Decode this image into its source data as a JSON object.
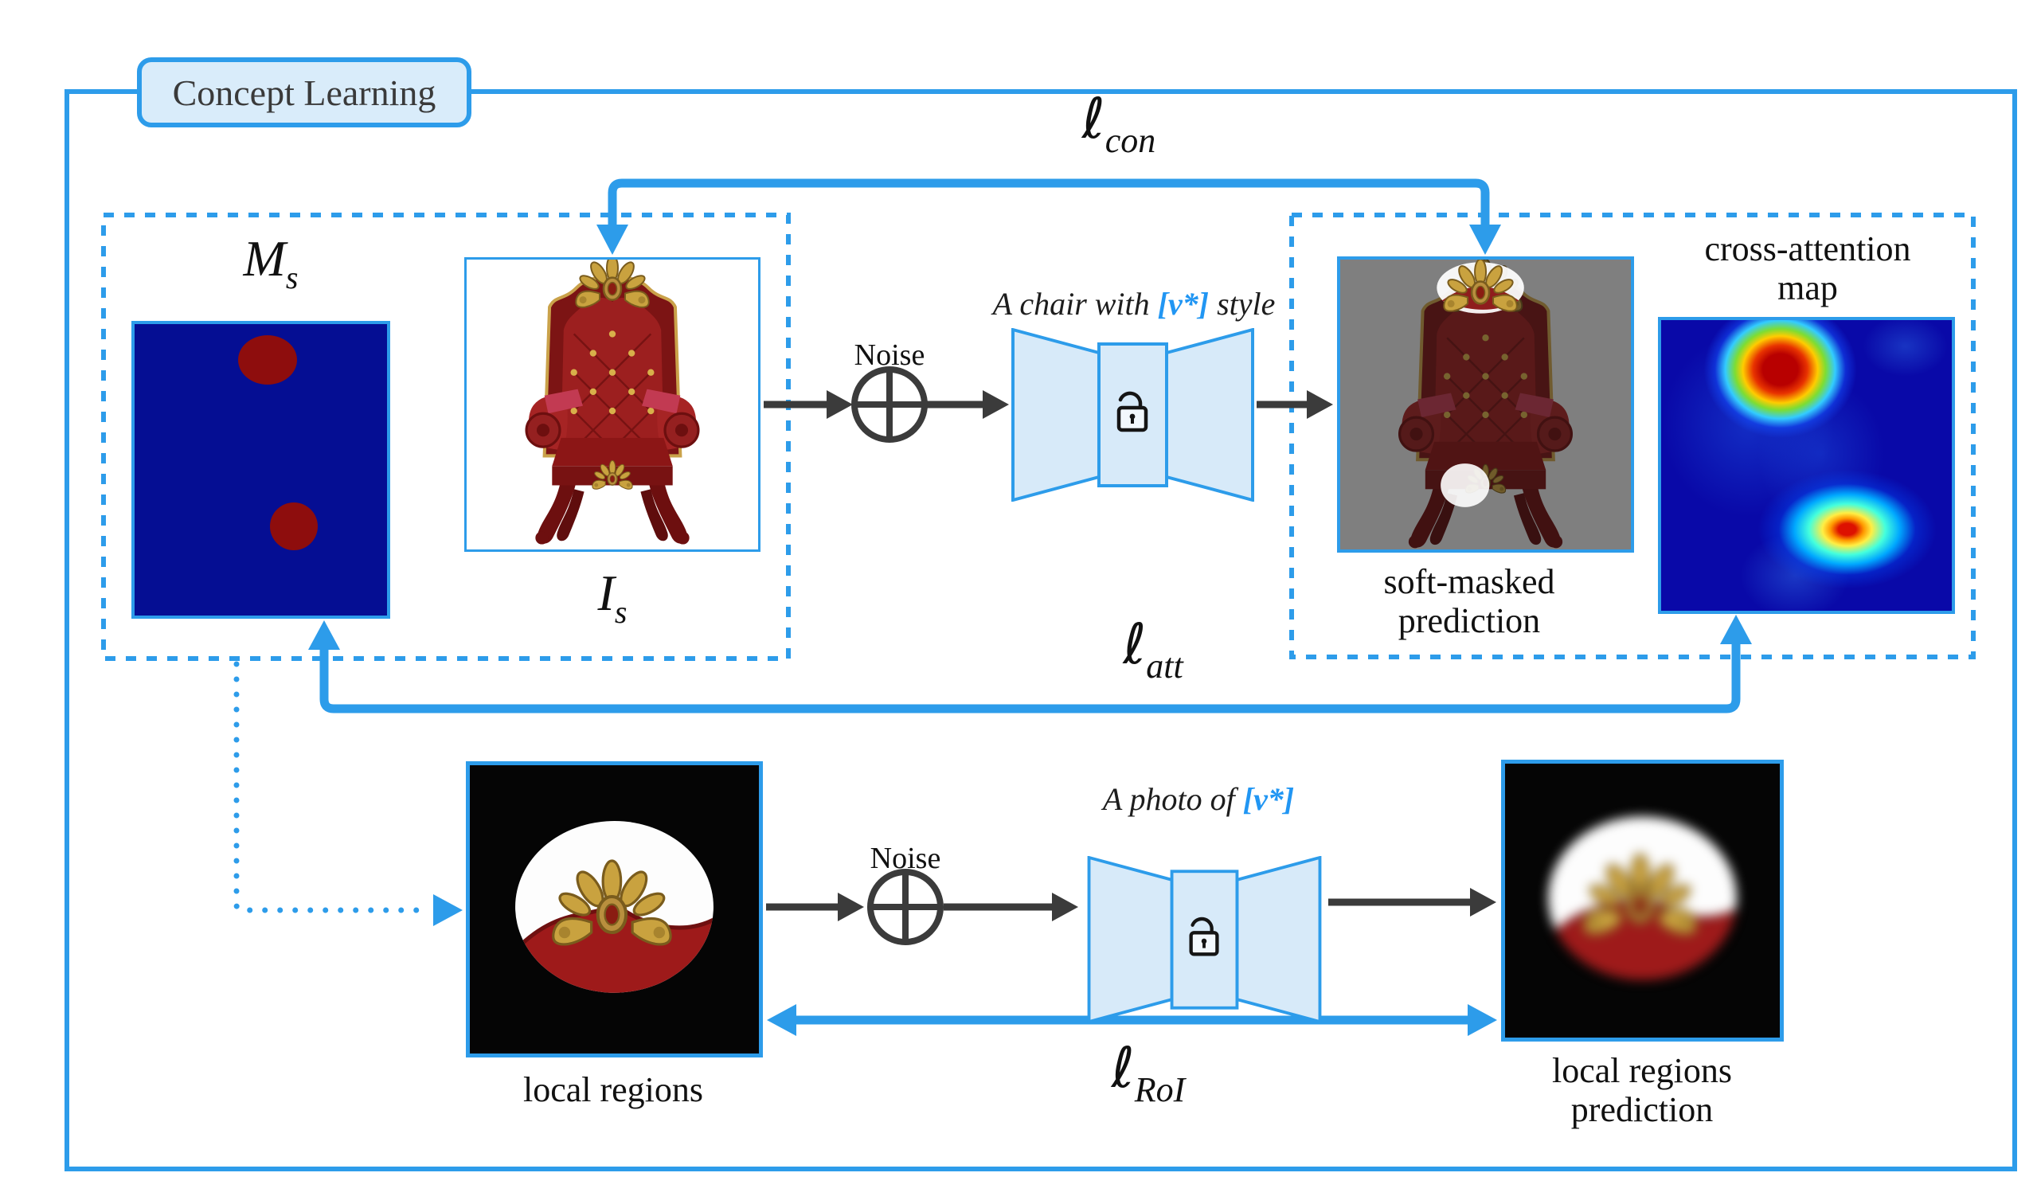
{
  "badge": {
    "label": "Concept Learning"
  },
  "labels": {
    "mask": {
      "main": "M",
      "sub": "s"
    },
    "source_image": {
      "main": "I",
      "sub": "s"
    },
    "noise_top": "Noise",
    "noise_bottom": "Noise",
    "soft_masked_line1": "soft-masked",
    "soft_masked_line2": "prediction",
    "cross_attention_line1": "cross-attention",
    "cross_attention_line2": "map",
    "local_regions": "local regions",
    "local_regions_prediction_line1": "local regions",
    "local_regions_prediction_line2": "prediction"
  },
  "losses": {
    "con": {
      "symbol": "ℓ",
      "sub": "con"
    },
    "att": {
      "symbol": "ℓ",
      "sub": "att"
    },
    "roi": {
      "symbol": "ℓ",
      "sub": "RoI"
    }
  },
  "prompts": {
    "top": {
      "prefix": "A chair with ",
      "token": "[v*]",
      "suffix": " style"
    },
    "bottom": {
      "prefix": "A photo of ",
      "token": "[v*]",
      "suffix": ""
    }
  },
  "colors": {
    "accent_blue": "#2D9CEA",
    "badge_fill": "#D9ECFA",
    "unet_fill": "#D7EAF9",
    "dark_arrow": "#3B3B3B",
    "mask_background": "#050E93",
    "mask_blob": "#8E0D0D",
    "heatmap_background": "#0909A8",
    "prompt_token_blue": "#2196F3",
    "soft_mask_gray": "#7F7F7F"
  }
}
